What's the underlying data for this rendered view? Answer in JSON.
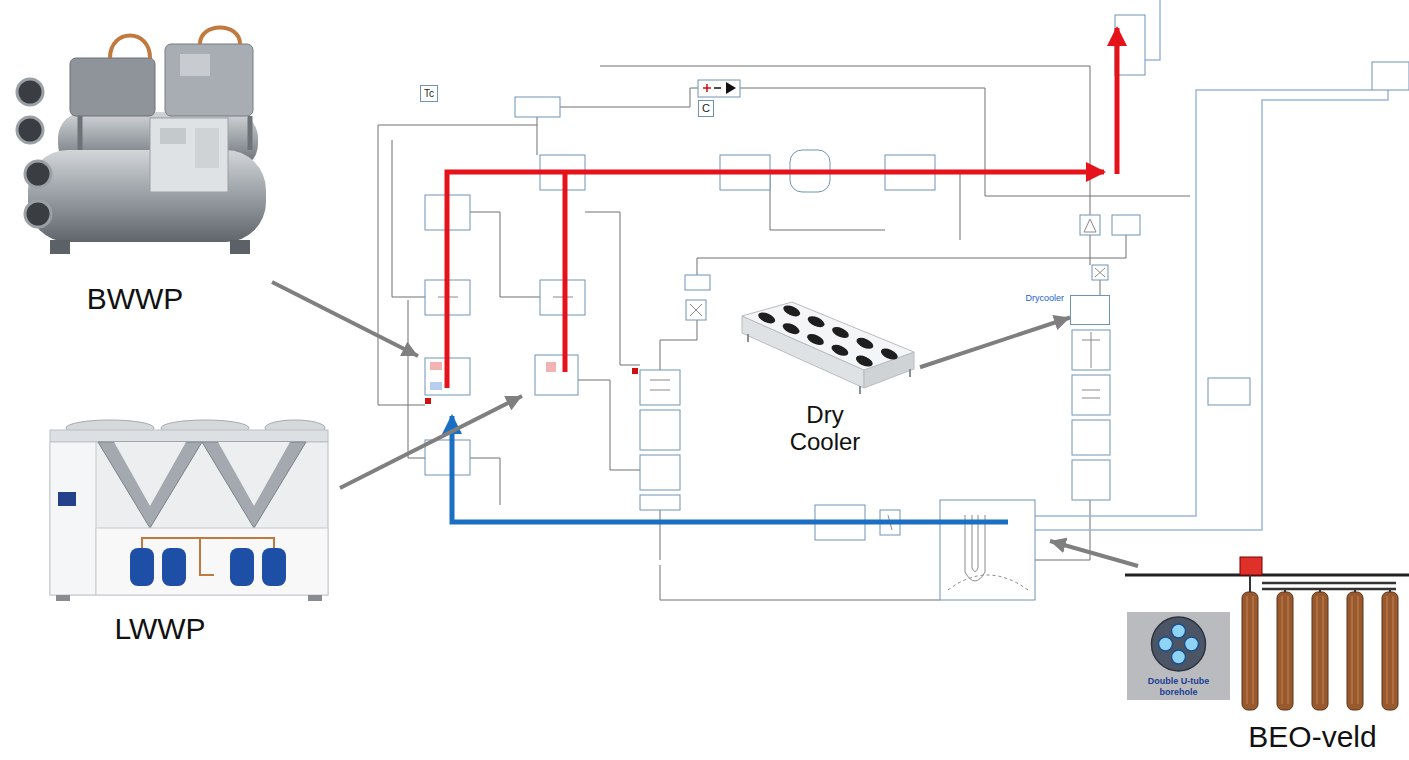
{
  "diagram": {
    "nodes": [
      {
        "text": [
          "BWWP"
        ]
      },
      {
        "text": [
          "Dry Cooler"
        ]
      },
      {
        "text": [
          "Drycooler"
        ]
      },
      {
        "text": [
          "LWWP"
        ]
      },
      {
        "text": [
          "BEO-veld"
        ]
      },
      {
        "text": [
          "Double U-tube borehole"
        ],
        "in": 4
      }
    ],
    "edges": [
      {
        "from": 1,
        "to": 2,
        "arrow": "to"
      }
    ],
    "labels": [
      "Tc",
      "C"
    ]
  }
}
